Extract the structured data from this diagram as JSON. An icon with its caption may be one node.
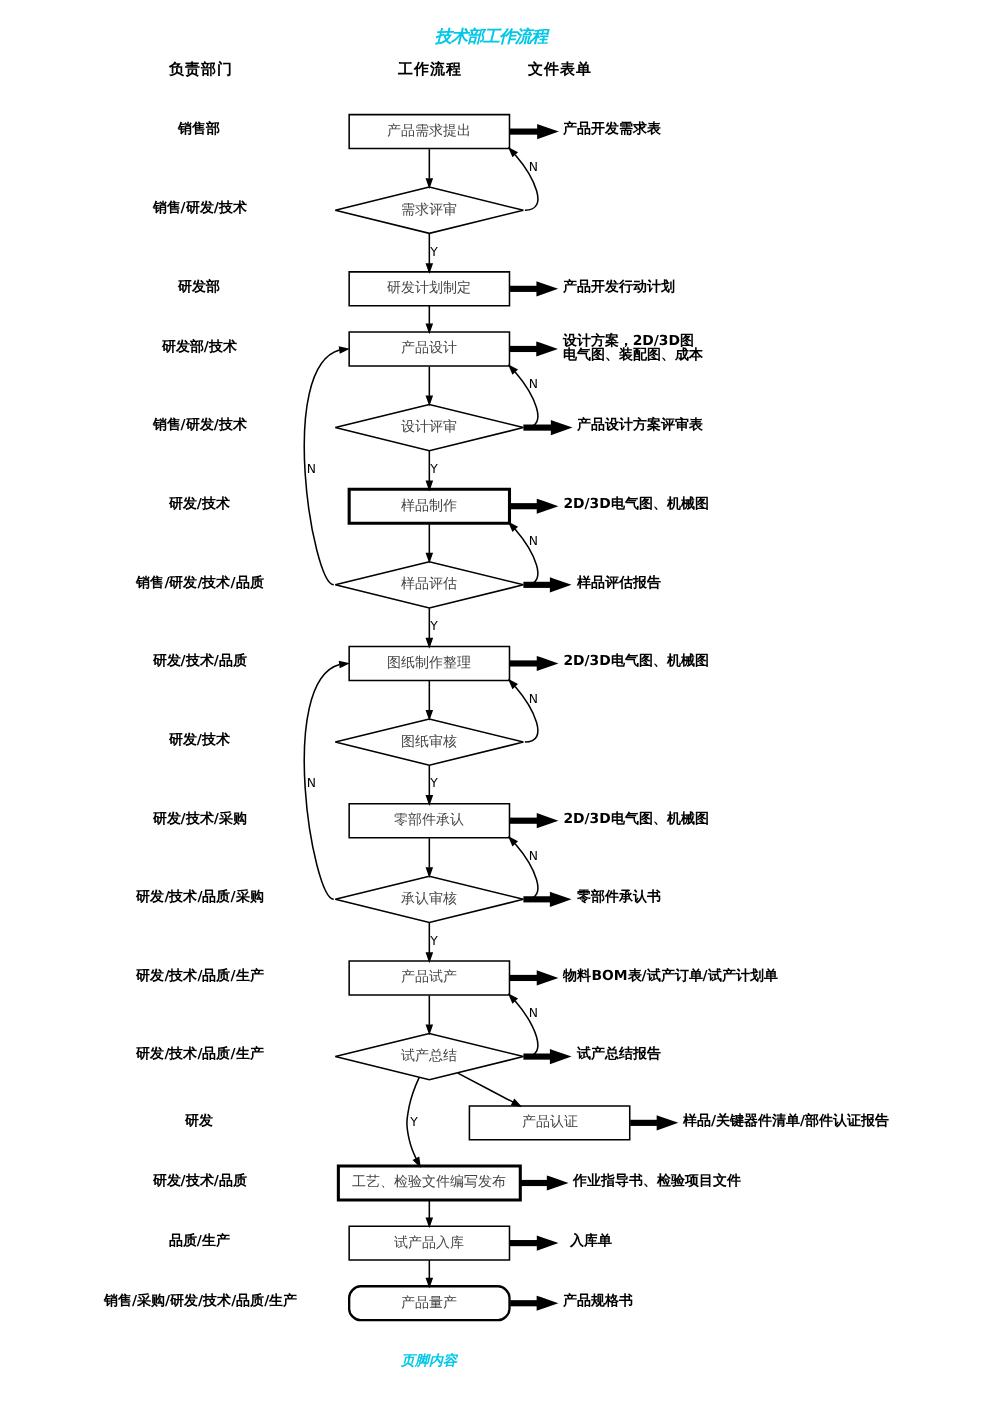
{
  "diagram": {
    "title": "技术部工作流程",
    "caption": "页脚内容",
    "nodes": [
      {
        "text": [
          "产品需求提出"
        ]
      },
      {
        "text": [
          "需求评审"
        ]
      },
      {
        "text": [
          "研发计划制定"
        ]
      },
      {
        "text": [
          "产品设计"
        ]
      },
      {
        "text": [
          "设计评审"
        ]
      },
      {
        "text": [
          "样品制作"
        ]
      },
      {
        "text": [
          "样品评估"
        ]
      },
      {
        "text": [
          "图纸制作整理"
        ]
      },
      {
        "text": [
          "图纸审核"
        ]
      },
      {
        "text": [
          "零部件承认"
        ]
      },
      {
        "text": [
          "承认审核"
        ]
      },
      {
        "text": [
          "产品试产"
        ]
      },
      {
        "text": [
          "试产总结"
        ]
      },
      {
        "text": [
          "产品认证"
        ]
      },
      {
        "text": [
          "工艺、检验文件编写发布"
        ]
      },
      {
        "text": [
          "试产品入库"
        ]
      },
      {
        "text": [
          "产品量产"
        ]
      },
      {
        "text": [
          "产品开发需求表"
        ]
      },
      {
        "text": [
          "产品开发行动计划"
        ]
      },
      {
        "text": [
          "设计方案，2D/3D图",
          "电气图、装配图、成本"
        ]
      },
      {
        "text": [
          "产品设计方案评审表"
        ]
      },
      {
        "text": [
          "2D/3D电气图、机械图"
        ]
      },
      {
        "text": [
          "样品评估报告"
        ]
      },
      {
        "text": [
          "2D/3D电气图、机械图"
        ]
      },
      {
        "text": [
          "2D/3D电气图、机械图"
        ]
      },
      {
        "text": [
          "零部件承认书"
        ]
      },
      {
        "text": [
          "物料BOM表/试产订单/试产计划单"
        ]
      },
      {
        "text": [
          "试产总结报告"
        ]
      },
      {
        "text": [
          "样品/关键器件清单/部件认证报告"
        ]
      },
      {
        "text": [
          "作业指导书、检验项目文件"
        ]
      },
      {
        "text": [
          "入库单"
        ]
      },
      {
        "text": [
          "产品规格书"
        ]
      }
    ],
    "edges": [
      {
        "from": 0,
        "to": 1,
        "arrow": "to"
      },
      {
        "from": 1,
        "to": 0,
        "arrow": "to",
        "label": "N"
      },
      {
        "from": 1,
        "to": 2,
        "arrow": "to",
        "label": "Y"
      },
      {
        "from": 2,
        "to": 3,
        "arrow": "to"
      },
      {
        "from": 3,
        "to": 4,
        "arrow": "to"
      },
      {
        "from": 4,
        "to": 3,
        "arrow": "to",
        "label": "N"
      },
      {
        "from": 4,
        "to": 5,
        "arrow": "to",
        "label": "Y"
      },
      {
        "from": 5,
        "to": 6,
        "arrow": "to"
      },
      {
        "from": 6,
        "to": 5,
        "arrow": "to",
        "label": "N"
      },
      {
        "from": 6,
        "to": 3,
        "arrow": "to",
        "label": "N"
      },
      {
        "from": 6,
        "to": 7,
        "arrow": "to",
        "label": "Y"
      },
      {
        "from": 7,
        "to": 8,
        "arrow": "to"
      },
      {
        "from": 8,
        "to": 7,
        "arrow": "to",
        "label": "N"
      },
      {
        "from": 8,
        "to": 9,
        "arrow": "to",
        "label": "Y"
      },
      {
        "from": 9,
        "to": 10,
        "arrow": "to"
      },
      {
        "from": 10,
        "to": 9,
        "arrow": "to",
        "label": "N"
      },
      {
        "from": 10,
        "to": 7,
        "arrow": "to",
        "label": "N"
      },
      {
        "from": 10,
        "to": 11,
        "arrow": "to",
        "label": "Y"
      },
      {
        "from": 11,
        "to": 12,
        "arrow": "to"
      },
      {
        "from": 12,
        "to": 11,
        "arrow": "to",
        "label": "N"
      },
      {
        "from": 12,
        "to": 13,
        "arrow": "to"
      },
      {
        "from": 12,
        "to": 14,
        "arrow": "to",
        "label": "Y"
      },
      {
        "from": 14,
        "to": 15,
        "arrow": "to"
      },
      {
        "from": 15,
        "to": 16,
        "arrow": "to"
      },
      {
        "from": 0,
        "to": 17,
        "arrow": "to",
        "style": "thick"
      },
      {
        "from": 2,
        "to": 18,
        "arrow": "to",
        "style": "thick"
      },
      {
        "from": 3,
        "to": 19,
        "arrow": "to",
        "style": "thick"
      },
      {
        "from": 4,
        "to": 20,
        "arrow": "to",
        "style": "thick"
      },
      {
        "from": 5,
        "to": 21,
        "arrow": "to",
        "style": "thick"
      },
      {
        "from": 6,
        "to": 22,
        "arrow": "to",
        "style": "thick"
      },
      {
        "from": 7,
        "to": 23,
        "arrow": "to",
        "style": "thick"
      },
      {
        "from": 9,
        "to": 24,
        "arrow": "to",
        "style": "thick"
      },
      {
        "from": 10,
        "to": 25,
        "arrow": "to",
        "style": "thick"
      },
      {
        "from": 11,
        "to": 26,
        "arrow": "to",
        "style": "thick"
      },
      {
        "from": 12,
        "to": 27,
        "arrow": "to",
        "style": "thick"
      },
      {
        "from": 13,
        "to": 28,
        "arrow": "to",
        "style": "thick"
      },
      {
        "from": 14,
        "to": 29,
        "arrow": "to",
        "style": "thick"
      },
      {
        "from": 15,
        "to": 30,
        "arrow": "to",
        "style": "thick"
      },
      {
        "from": 16,
        "to": 31,
        "arrow": "to",
        "style": "thick"
      }
    ],
    "labels": [
      "负责部门",
      "工作流程",
      "文件表单",
      "销售部",
      "销售/研发/技术",
      "研发部",
      "研发部/技术",
      "销售/研发/技术",
      "研发/技术",
      "销售/研发/技术/品质",
      "研发/技术/品质",
      "研发/技术",
      "研发/技术/采购",
      "研发/技术/品质/采购",
      "研发/技术/品质/生产",
      "研发/技术/品质/生产",
      "研发",
      "研发/技术/品质",
      "品质/生产",
      "销售/采购/研发/技术/品质/生产"
    ]
  }
}
